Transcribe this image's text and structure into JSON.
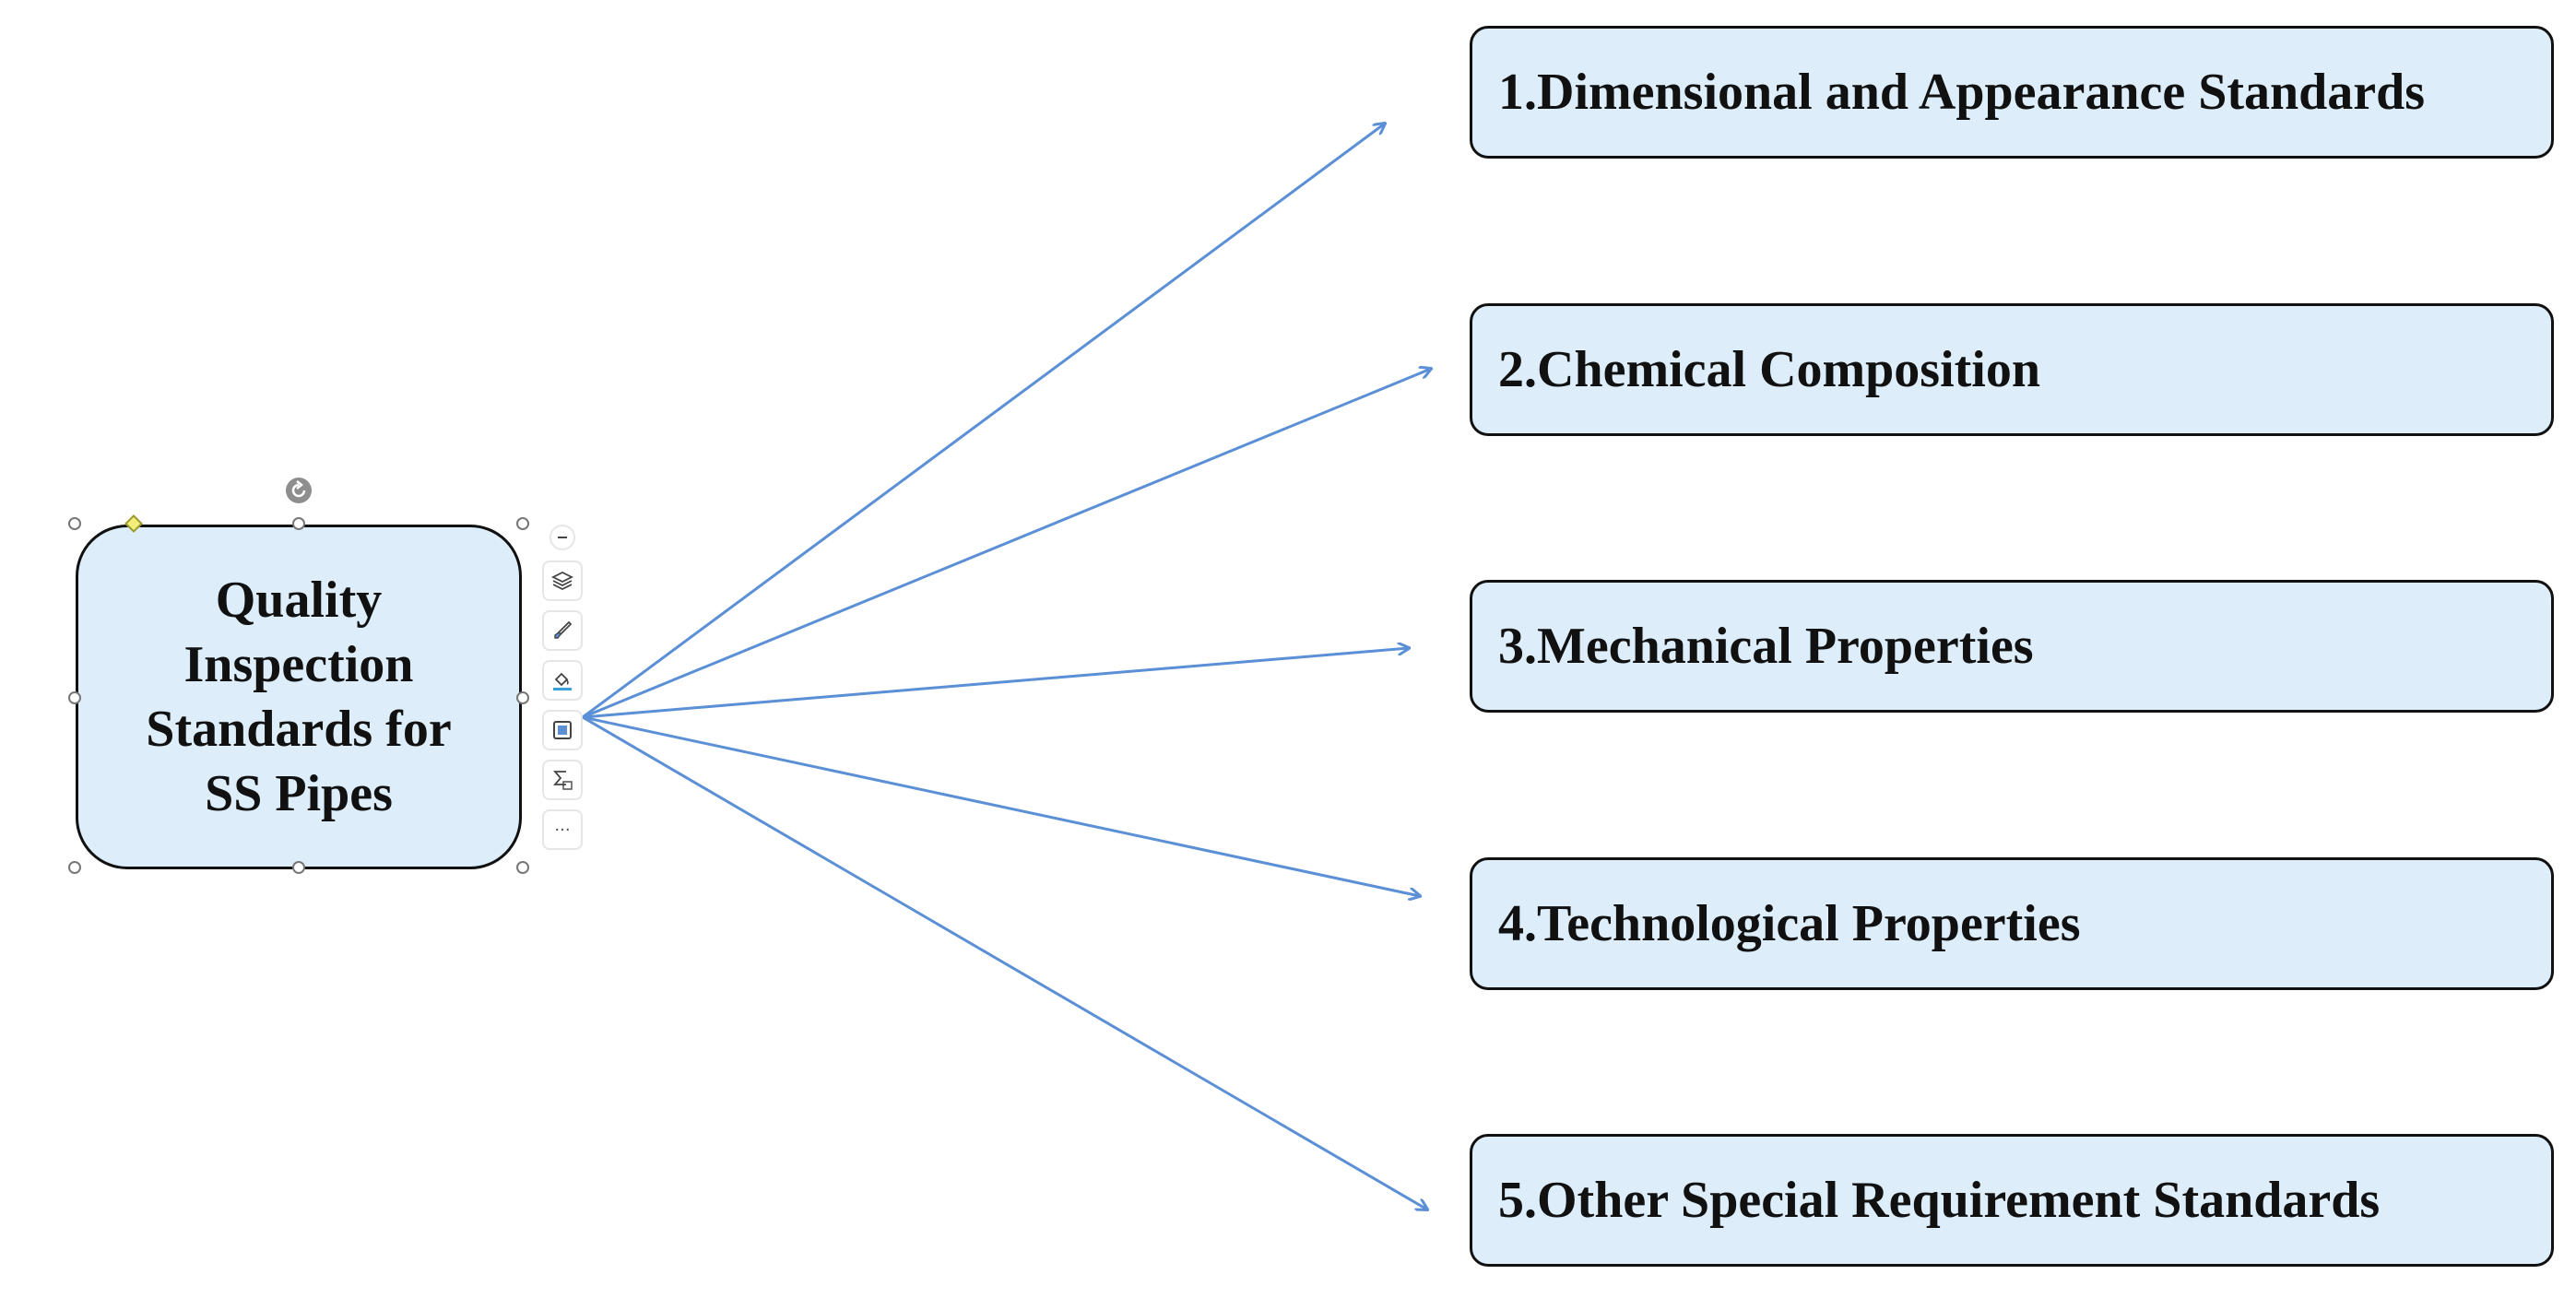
{
  "diagram": {
    "central_node": {
      "lines": [
        "Quality",
        "Inspection",
        "Standards for",
        "SS Pipes"
      ]
    },
    "branches": [
      {
        "label": "1.Dimensional and Appearance Standards"
      },
      {
        "label": "2.Chemical Composition"
      },
      {
        "label": "3.Mechanical Properties"
      },
      {
        "label": "4.Technological Properties"
      },
      {
        "label": "5.Other Special Requirement Standards"
      }
    ],
    "colors": {
      "node_fill": "#ddeefa",
      "node_border": "#111111",
      "arrow": "#5b8fd6",
      "selection_handle": "#777777",
      "adjust_handle": "#f3ee7a"
    }
  },
  "toolbar": {
    "icons": [
      "collapse-icon",
      "layers-icon",
      "brush-icon",
      "fill-icon",
      "border-icon",
      "formula-icon",
      "more-icon"
    ],
    "more_label": "···"
  }
}
